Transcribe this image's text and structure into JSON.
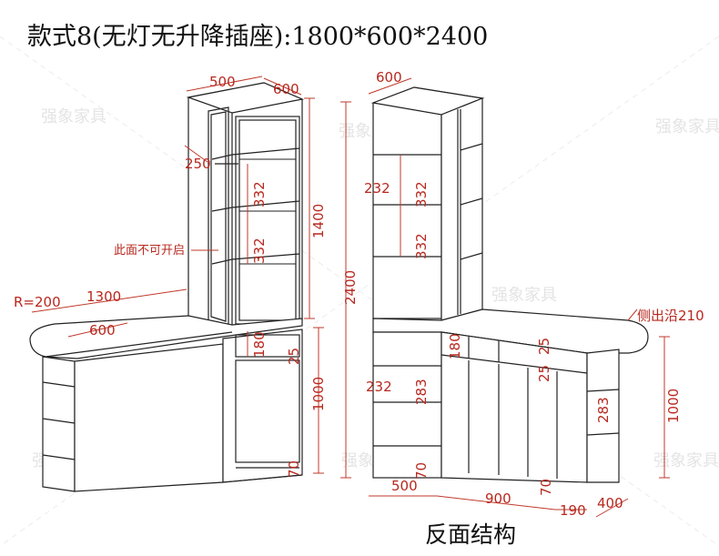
{
  "title": "款式8(无灯无升降插座):1800*600*2400",
  "caption": "反面结构",
  "watermark": "强象家具",
  "left_view": {
    "dims": {
      "top_depth": "500",
      "top_width": "600",
      "side_depth": "250",
      "shelf1": "332",
      "shelf2": "332",
      "upper_height": "1400",
      "note": "此面不可开启",
      "radius": "R=200",
      "counter_length": "1300",
      "counter_depth": "600",
      "drawer": "180",
      "top_gap": "25",
      "lower_height": "1000",
      "plinth": "70"
    }
  },
  "right_view": {
    "dims": {
      "top_width": "600",
      "shelf_a": "232",
      "shelf_b": "332",
      "shelf_c": "332",
      "total_height": "2400",
      "edge_note": "侧出沿210",
      "drawer": "180",
      "drawer_gap_top": "25",
      "drawer_gap_bottom": "25",
      "left_shelf": "232",
      "left_shelf2": "283",
      "right_shelf": "283",
      "lower_height": "1000",
      "plinth_left": "70",
      "plinth_right": "70",
      "width_left": "500",
      "width_mid": "900",
      "width_small": "190",
      "width_right": "400"
    }
  },
  "colors": {
    "dimension": "#c0392b",
    "line": "#222222"
  }
}
